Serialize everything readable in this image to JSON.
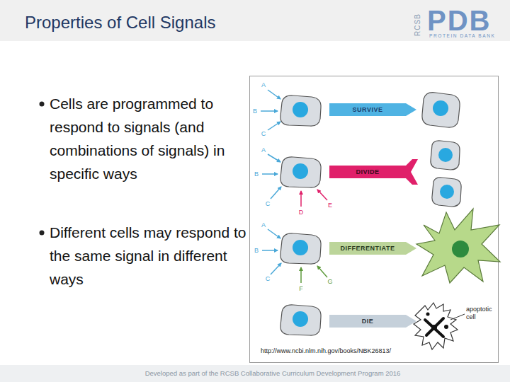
{
  "diagram": {
    "title": "Properties of Cell Signals",
    "nodes": [
      {
        "text": [
          "SURVIVE"
        ]
      },
      {
        "text": [
          "DIVIDE"
        ]
      },
      {
        "text": [
          "DIFFERENTIATE"
        ]
      },
      {
        "text": [
          "DIE"
        ]
      }
    ],
    "labels": [
      "RCSB",
      "PDB",
      "PROTEIN DATA BANK",
      "Cells are programmed to respond to signals (and combinations of signals) in specific ways",
      "Different cells may respond to the same signal in different ways",
      "A",
      "B",
      "C",
      "A",
      "B",
      "C",
      "D",
      "E",
      "A",
      "B",
      "C",
      "F",
      "G",
      "apoptotic cell",
      "http://www.ncbi.nlm.nih.gov/books/NBK26813/",
      "Developed as part of the RCSB Collaborative Curriculum Development Program 2016"
    ]
  }
}
